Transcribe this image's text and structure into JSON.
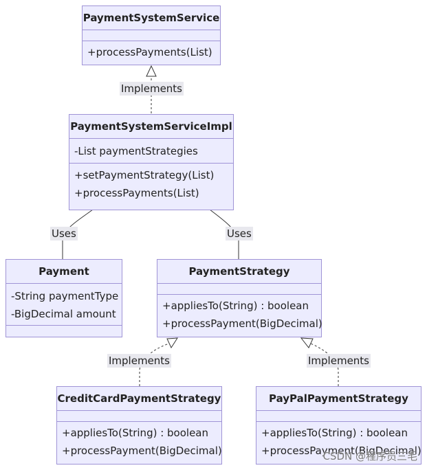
{
  "classes": {
    "payment_system_service": {
      "name": "PaymentSystemService",
      "methods": [
        "+processPayments(List)"
      ]
    },
    "payment_system_service_impl": {
      "name": "PaymentSystemServiceImpl",
      "attributes": [
        "-List paymentStrategies"
      ],
      "methods": [
        "+setPaymentStrategy(List)",
        "+processPayments(List)"
      ]
    },
    "payment": {
      "name": "Payment",
      "attributes": [
        "-String paymentType",
        "-BigDecimal amount"
      ]
    },
    "payment_strategy": {
      "name": "PaymentStrategy",
      "methods": [
        "+appliesTo(String) : boolean",
        "+processPayment(BigDecimal)"
      ]
    },
    "credit_card_payment_strategy": {
      "name": "CreditCardPaymentStrategy",
      "methods": [
        "+appliesTo(String) : boolean",
        "+processPayment(BigDecimal)"
      ]
    },
    "paypal_payment_strategy": {
      "name": "PayPalPaymentStrategy",
      "methods": [
        "+appliesTo(String) : boolean",
        "+processPayment(BigDecimal)"
      ]
    }
  },
  "relationships": {
    "impl_to_service": "Implements",
    "impl_uses_payment": "Uses",
    "impl_uses_strategy": "Uses",
    "creditcard_to_strategy": "Implements",
    "paypal_to_strategy": "Implements"
  },
  "colors": {
    "box_fill": "#ececfe",
    "box_border": "#9f93d6",
    "edge": "#333333",
    "label_bg": "#e8e8ee"
  },
  "watermark": "CSDN @程序员三毛"
}
